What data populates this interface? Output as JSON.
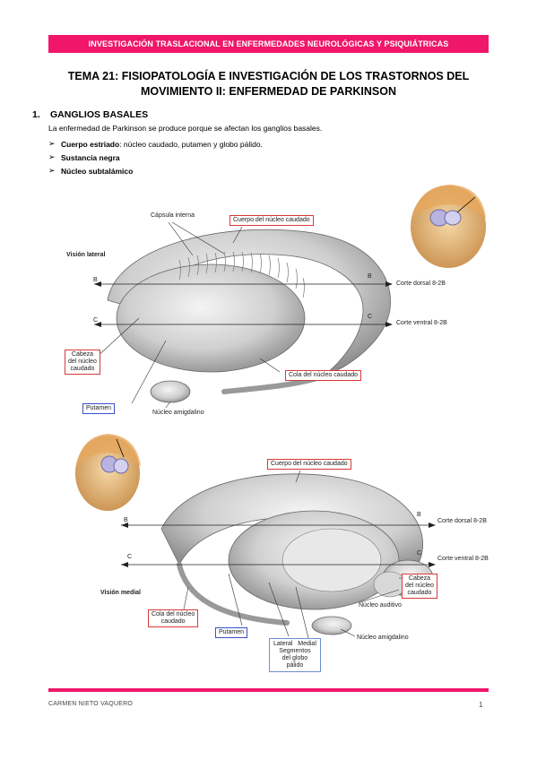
{
  "header": {
    "banner": "INVESTIGACIÓN TRASLACIONAL EN ENFERMEDADES NEUROLÓGICAS Y PSIQUIÁTRICAS"
  },
  "title": {
    "line1": "TEMA 21: FISIOPATOLOGÍA E INVESTIGACIÓN DE LOS TRASTORNOS DEL",
    "line2": "MOVIMIENTO II: ENFERMEDAD DE PARKINSON"
  },
  "section": {
    "number": "1.",
    "heading": "GANGLIOS BASALES",
    "intro": "La enfermedad de Parkinson se produce porque se afectan los ganglios basales.",
    "bullets": [
      {
        "bold": "Cuerpo estriado",
        "rest": ": núcleo caudado, putamen y globo pálido."
      },
      {
        "bold": "Sustancia negra",
        "rest": ""
      },
      {
        "bold": "Núcleo subtalámico",
        "rest": ""
      }
    ]
  },
  "figure_lateral": {
    "view": "Visión lateral",
    "capsula": "Cápsula interna",
    "cuerpo": "Cuerpo del núcleo caudado",
    "b_left": "B",
    "b_right": "B",
    "c_left": "C",
    "c_right": "C",
    "corte_dorsal": "Corte dorsal 8-2B",
    "corte_ventral": "Corte ventral 8-2B",
    "cabeza_l1": "Cabeza",
    "cabeza_l2": "del núcleo",
    "cabeza_l3": "caudado",
    "cola": "Cola del núcleo caudado",
    "putamen": "Putamen",
    "amigdalino": "Núcleo amigdalino"
  },
  "figure_medial": {
    "view": "Visión medial",
    "cuerpo": "Cuerpo del núcleo caudado",
    "b_left": "B",
    "b_right": "B",
    "c_left": "C",
    "c_right": "C",
    "corte_dorsal": "Corte dorsal 8-2B",
    "corte_ventral": "Corte ventral 8-2B",
    "cabeza_l1": "Cabeza",
    "cabeza_l2": "del núcleo",
    "cabeza_l3": "caudado",
    "auditivo": "Núcleo auditivo",
    "cola_l1": "Cola del núcleo",
    "cola_l2": "caudado",
    "putamen": "Putamen",
    "amigdalino": "Núcleo amigdalino",
    "lateral": "Lateral",
    "medial": "Medial",
    "segmentos_l1": "Segmentos",
    "segmentos_l2": "del globo",
    "segmentos_l3": "pálido"
  },
  "footer": {
    "author": "CARMEN NIETO VAQUERO",
    "page": "1"
  },
  "colors": {
    "accent": "#f0166a",
    "label_box_red": "#d83a3a",
    "label_box_blue": "#3a4fc8"
  }
}
